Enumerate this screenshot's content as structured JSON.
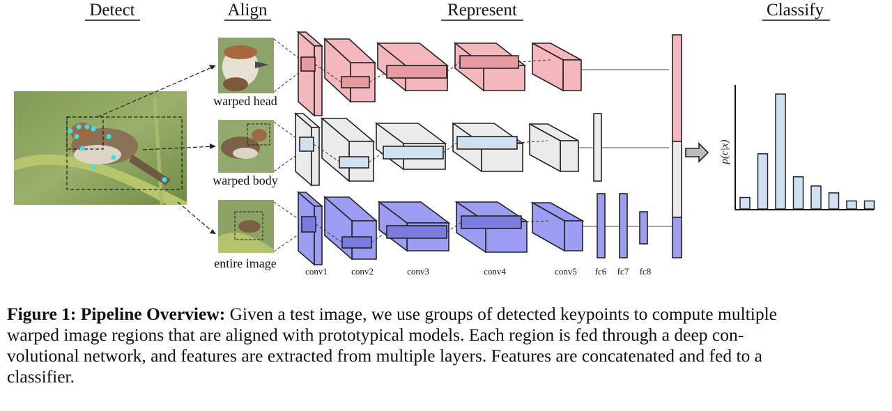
{
  "stage_titles": [
    "Detect",
    "Align",
    "Represent",
    "Classify"
  ],
  "region_labels": [
    "warped head",
    "warped body",
    "entire image"
  ],
  "layer_labels": [
    "conv1",
    "conv2",
    "conv3",
    "conv4",
    "conv5",
    "fc6",
    "fc7",
    "fc8"
  ],
  "histogram": {
    "ylabel": "p(c|x)",
    "relative_heights": [
      0.1,
      0.48,
      1.0,
      0.28,
      0.2,
      0.14,
      0.07,
      0.07
    ]
  },
  "colors": {
    "head_stream": "#f4b7bc",
    "body_stream": "#ebebeb",
    "image_stream": "#9c9cf2",
    "histogram_bar": "#cfe0f2"
  },
  "caption": {
    "label": "Figure 1: Pipeline Overview:",
    "line1": "Given a test image, we use groups of detected keypoints to compute multiple",
    "line2": "warped image regions that are aligned with prototypical models.  Each region is fed through a deep con-",
    "line3": "volutional network, and features are extracted from multiple layers. Features are concatenated and fed to a",
    "line4": "classifier."
  }
}
